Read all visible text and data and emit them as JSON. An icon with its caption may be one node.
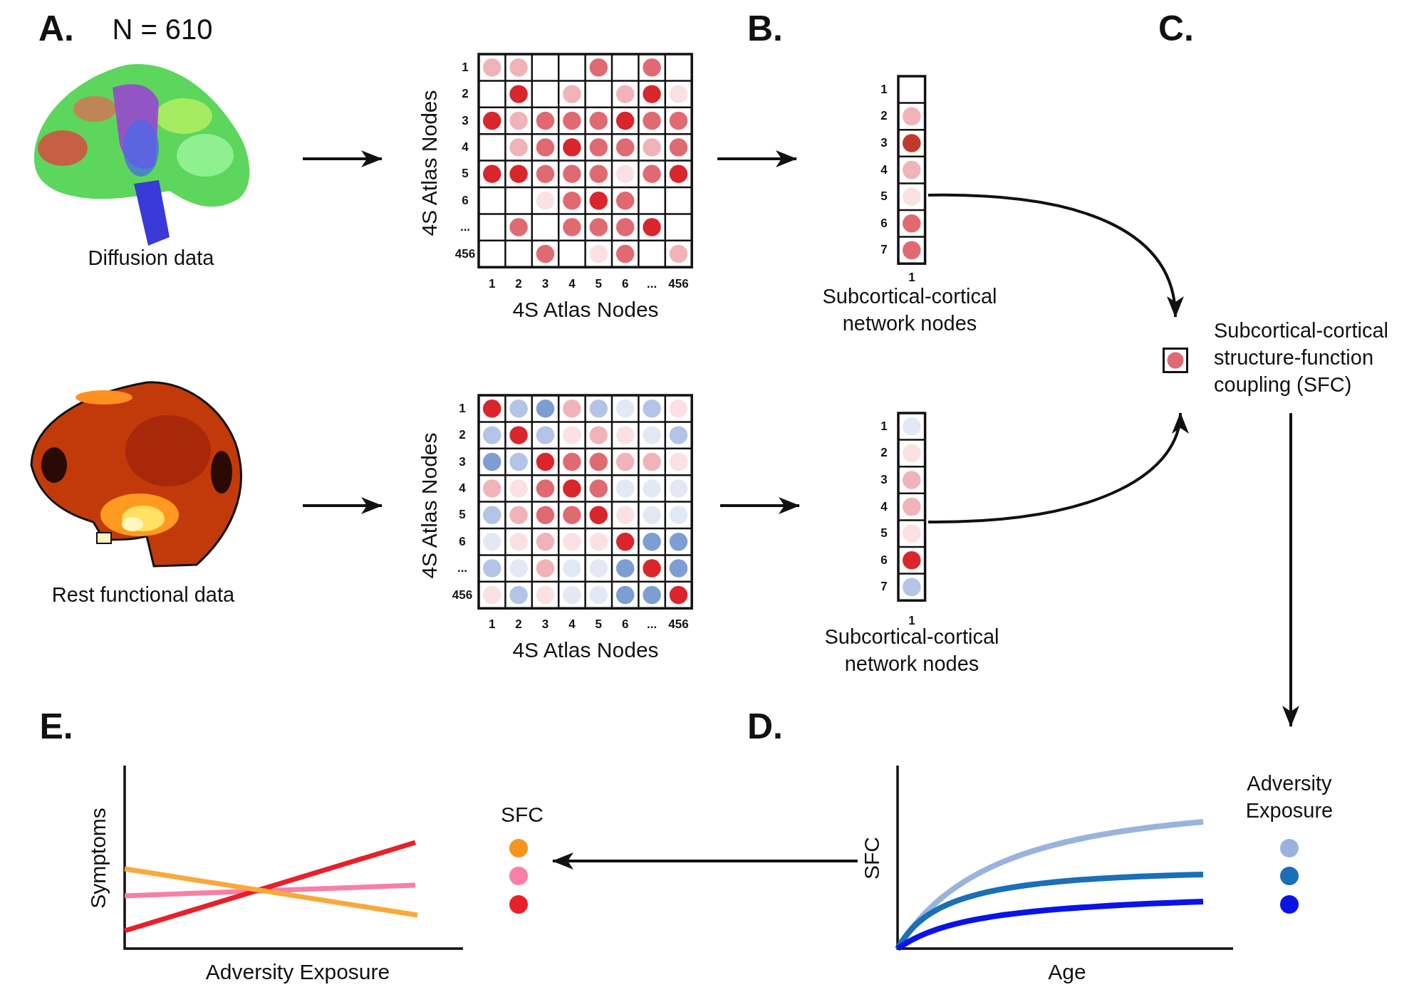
{
  "diagram": {
    "nodes": [
      {
        "text": [],
        "shape": "picture",
        "beside": [
          "Diffusion data"
        ]
      },
      {
        "text": [
          "4S Atlas Nodes",
          "4S Atlas Nodes"
        ]
      },
      {
        "text": [
          "Subcortical-cortical network nodes"
        ]
      },
      {
        "text": [],
        "shape": "picture",
        "beside": [
          "Rest functional data"
        ]
      },
      {
        "text": [
          "4S Atlas Nodes",
          "4S Atlas Nodes"
        ]
      },
      {
        "text": [
          "Subcortical-cortical network nodes"
        ]
      },
      {
        "text": [
          "Subcortical-cortical structure-function coupling (SFC)"
        ]
      },
      {
        "text": [
          "Symptoms",
          "Adversity Exposure",
          "SFC"
        ]
      },
      {
        "text": [
          "SFC",
          "Age",
          "Adversity Exposure"
        ]
      }
    ],
    "edges": [
      {
        "from": 0,
        "to": 1,
        "arrow": "to"
      },
      {
        "from": 1,
        "to": 2,
        "arrow": "to"
      },
      {
        "from": 3,
        "to": 4,
        "arrow": "to"
      },
      {
        "from": 4,
        "to": 5,
        "arrow": "to"
      },
      {
        "from": 2,
        "to": 6,
        "arrow": "to"
      },
      {
        "from": 5,
        "to": 6,
        "arrow": "to"
      },
      {
        "from": 6,
        "to": 8,
        "arrow": "to"
      },
      {
        "from": 8,
        "to": 7,
        "arrow": "to"
      }
    ],
    "labels": [
      "A.",
      "N = 610",
      "B.",
      "C.",
      "1",
      "2",
      "3",
      "4",
      "5",
      "6",
      "...",
      "456",
      "1",
      "2",
      "3",
      "4",
      "5",
      "6",
      "...",
      "456",
      "1",
      "2",
      "3",
      "4",
      "5",
      "6",
      "7",
      "1",
      "1",
      "2",
      "3",
      "4",
      "5",
      "6",
      "...",
      "456",
      "1",
      "2",
      "3",
      "4",
      "5",
      "6",
      "...",
      "456",
      "1",
      "2",
      "3",
      "4",
      "5",
      "6",
      "7",
      "1",
      "E.",
      "D."
    ]
  }
}
